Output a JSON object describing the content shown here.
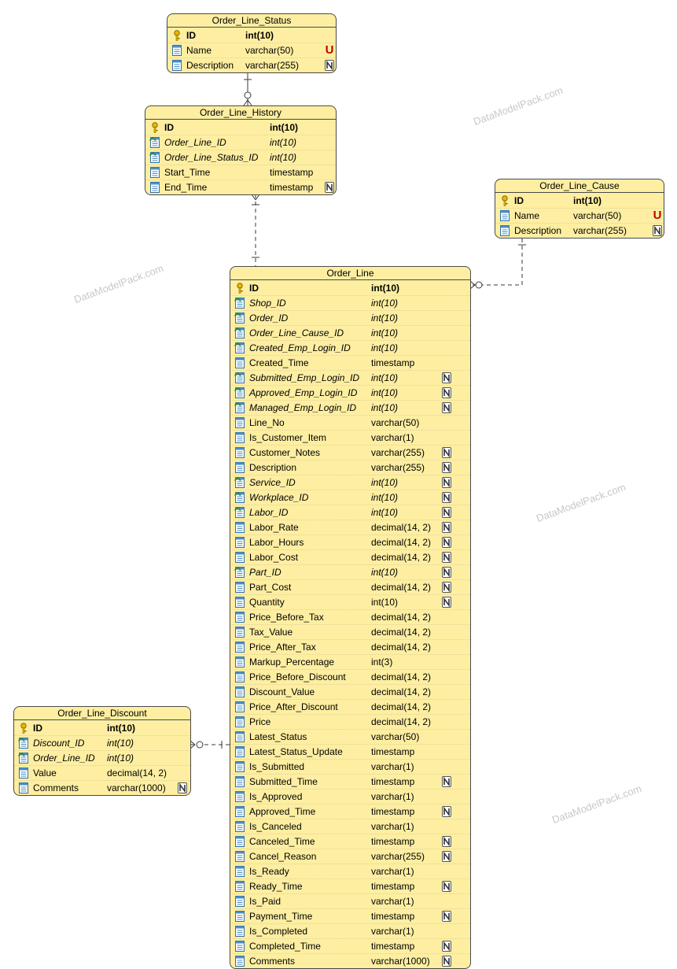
{
  "watermark": "DataModelPack.com",
  "entities": {
    "order_line_status": {
      "title": "Order_Line_Status",
      "columns": [
        {
          "name": "ID",
          "type": "int(10)",
          "key": "pk",
          "flag": ""
        },
        {
          "name": "Name",
          "type": "varchar(50)",
          "key": "col",
          "flag": "U"
        },
        {
          "name": "Description",
          "type": "varchar(255)",
          "key": "col",
          "flag": "N"
        }
      ]
    },
    "order_line_history": {
      "title": "Order_Line_History",
      "columns": [
        {
          "name": "ID",
          "type": "int(10)",
          "key": "pk",
          "flag": ""
        },
        {
          "name": "Order_Line_ID",
          "type": "int(10)",
          "key": "fk",
          "flag": ""
        },
        {
          "name": "Order_Line_Status_ID",
          "type": "int(10)",
          "key": "fk",
          "flag": ""
        },
        {
          "name": "Start_Time",
          "type": "timestamp",
          "key": "col",
          "flag": ""
        },
        {
          "name": "End_Time",
          "type": "timestamp",
          "key": "col",
          "flag": "N"
        }
      ]
    },
    "order_line_cause": {
      "title": "Order_Line_Cause",
      "columns": [
        {
          "name": "ID",
          "type": "int(10)",
          "key": "pk",
          "flag": ""
        },
        {
          "name": "Name",
          "type": "varchar(50)",
          "key": "col",
          "flag": "U"
        },
        {
          "name": "Description",
          "type": "varchar(255)",
          "key": "col",
          "flag": "N"
        }
      ]
    },
    "order_line": {
      "title": "Order_Line",
      "columns": [
        {
          "name": "ID",
          "type": "int(10)",
          "key": "pk",
          "flag": ""
        },
        {
          "name": "Shop_ID",
          "type": "int(10)",
          "key": "fk",
          "flag": ""
        },
        {
          "name": "Order_ID",
          "type": "int(10)",
          "key": "fk",
          "flag": ""
        },
        {
          "name": "Order_Line_Cause_ID",
          "type": "int(10)",
          "key": "fk",
          "flag": ""
        },
        {
          "name": "Created_Emp_Login_ID",
          "type": "int(10)",
          "key": "fk",
          "flag": ""
        },
        {
          "name": "Created_Time",
          "type": "timestamp",
          "key": "col",
          "flag": ""
        },
        {
          "name": "Submitted_Emp_Login_ID",
          "type": "int(10)",
          "key": "fk",
          "flag": "N"
        },
        {
          "name": "Approved_Emp_Login_ID",
          "type": "int(10)",
          "key": "fk",
          "flag": "N"
        },
        {
          "name": "Managed_Emp_Login_ID",
          "type": "int(10)",
          "key": "fk",
          "flag": "N"
        },
        {
          "name": "Line_No",
          "type": "varchar(50)",
          "key": "col",
          "flag": ""
        },
        {
          "name": "Is_Customer_Item",
          "type": "varchar(1)",
          "key": "col",
          "flag": ""
        },
        {
          "name": "Customer_Notes",
          "type": "varchar(255)",
          "key": "col",
          "flag": "N"
        },
        {
          "name": "Description",
          "type": "varchar(255)",
          "key": "col",
          "flag": "N"
        },
        {
          "name": "Service_ID",
          "type": "int(10)",
          "key": "fk",
          "flag": "N"
        },
        {
          "name": "Workplace_ID",
          "type": "int(10)",
          "key": "fk",
          "flag": "N"
        },
        {
          "name": "Labor_ID",
          "type": "int(10)",
          "key": "fk",
          "flag": "N"
        },
        {
          "name": "Labor_Rate",
          "type": "decimal(14, 2)",
          "key": "col",
          "flag": "N"
        },
        {
          "name": "Labor_Hours",
          "type": "decimal(14, 2)",
          "key": "col",
          "flag": "N"
        },
        {
          "name": "Labor_Cost",
          "type": "decimal(14, 2)",
          "key": "col",
          "flag": "N"
        },
        {
          "name": "Part_ID",
          "type": "int(10)",
          "key": "fk",
          "flag": "N"
        },
        {
          "name": "Part_Cost",
          "type": "decimal(14, 2)",
          "key": "col",
          "flag": "N"
        },
        {
          "name": "Quantity",
          "type": "int(10)",
          "key": "col",
          "flag": "N"
        },
        {
          "name": "Price_Before_Tax",
          "type": "decimal(14, 2)",
          "key": "col",
          "flag": ""
        },
        {
          "name": "Tax_Value",
          "type": "decimal(14, 2)",
          "key": "col",
          "flag": ""
        },
        {
          "name": "Price_After_Tax",
          "type": "decimal(14, 2)",
          "key": "col",
          "flag": ""
        },
        {
          "name": "Markup_Percentage",
          "type": "int(3)",
          "key": "col",
          "flag": ""
        },
        {
          "name": "Price_Before_Discount",
          "type": "decimal(14, 2)",
          "key": "col",
          "flag": ""
        },
        {
          "name": "Discount_Value",
          "type": "decimal(14, 2)",
          "key": "col",
          "flag": ""
        },
        {
          "name": "Price_After_Discount",
          "type": "decimal(14, 2)",
          "key": "col",
          "flag": ""
        },
        {
          "name": "Price",
          "type": "decimal(14, 2)",
          "key": "col",
          "flag": ""
        },
        {
          "name": "Latest_Status",
          "type": "varchar(50)",
          "key": "col",
          "flag": ""
        },
        {
          "name": "Latest_Status_Update",
          "type": "timestamp",
          "key": "col",
          "flag": ""
        },
        {
          "name": "Is_Submitted",
          "type": "varchar(1)",
          "key": "col",
          "flag": ""
        },
        {
          "name": "Submitted_Time",
          "type": "timestamp",
          "key": "col",
          "flag": "N"
        },
        {
          "name": "Is_Approved",
          "type": "varchar(1)",
          "key": "col",
          "flag": ""
        },
        {
          "name": "Approved_Time",
          "type": "timestamp",
          "key": "col",
          "flag": "N"
        },
        {
          "name": "Is_Canceled",
          "type": "varchar(1)",
          "key": "col",
          "flag": ""
        },
        {
          "name": "Canceled_Time",
          "type": "timestamp",
          "key": "col",
          "flag": "N"
        },
        {
          "name": "Cancel_Reason",
          "type": "varchar(255)",
          "key": "col",
          "flag": "N"
        },
        {
          "name": "Is_Ready",
          "type": "varchar(1)",
          "key": "col",
          "flag": ""
        },
        {
          "name": "Ready_Time",
          "type": "timestamp",
          "key": "col",
          "flag": "N"
        },
        {
          "name": "Is_Paid",
          "type": "varchar(1)",
          "key": "col",
          "flag": ""
        },
        {
          "name": "Payment_Time",
          "type": "timestamp",
          "key": "col",
          "flag": "N"
        },
        {
          "name": "Is_Completed",
          "type": "varchar(1)",
          "key": "col",
          "flag": ""
        },
        {
          "name": "Completed_Time",
          "type": "timestamp",
          "key": "col",
          "flag": "N"
        },
        {
          "name": "Comments",
          "type": "varchar(1000)",
          "key": "col",
          "flag": "N"
        }
      ]
    },
    "order_line_discount": {
      "title": "Order_Line_Discount",
      "columns": [
        {
          "name": "ID",
          "type": "int(10)",
          "key": "pk",
          "flag": ""
        },
        {
          "name": "Discount_ID",
          "type": "int(10)",
          "key": "fk",
          "flag": ""
        },
        {
          "name": "Order_Line_ID",
          "type": "int(10)",
          "key": "fk",
          "flag": ""
        },
        {
          "name": "Value",
          "type": "decimal(14, 2)",
          "key": "col",
          "flag": ""
        },
        {
          "name": "Comments",
          "type": "varchar(1000)",
          "key": "col",
          "flag": "N"
        }
      ]
    }
  },
  "relationships": [
    {
      "parent": "order_line_status",
      "child": "order_line_history",
      "cardinality": "one-to-many"
    },
    {
      "parent": "order_line",
      "child": "order_line_history",
      "cardinality": "one-to-many"
    },
    {
      "parent": "order_line_cause",
      "child": "order_line",
      "cardinality": "one-to-many"
    },
    {
      "parent": "order_line",
      "child": "order_line_discount",
      "cardinality": "one-to-many"
    }
  ],
  "icons": {
    "pk": "key-icon",
    "fk": "foreign-key-column-icon",
    "col": "column-icon",
    "N": "nullable-icon",
    "U": "unique-icon"
  },
  "colors": {
    "entity_fill": "#fdeea1",
    "border": "#4a4a4a",
    "unique_flag": "#c00000",
    "watermark": "#c8c8c8"
  }
}
